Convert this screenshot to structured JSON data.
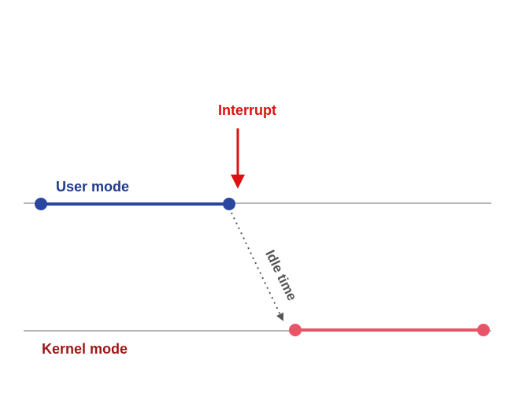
{
  "labels": {
    "interrupt": "Interrupt",
    "user_mode": "User mode",
    "kernel_mode": "Kernel mode",
    "idle_time": "Idle time"
  },
  "colors": {
    "interrupt": "#dd1111",
    "user_mode": "#1f3a8a",
    "user_line": "#2b46a0",
    "kernel_mode": "#9e1515",
    "kernel_line": "#e85468",
    "axis": "#8c8c8c",
    "idle": "#555555"
  }
}
